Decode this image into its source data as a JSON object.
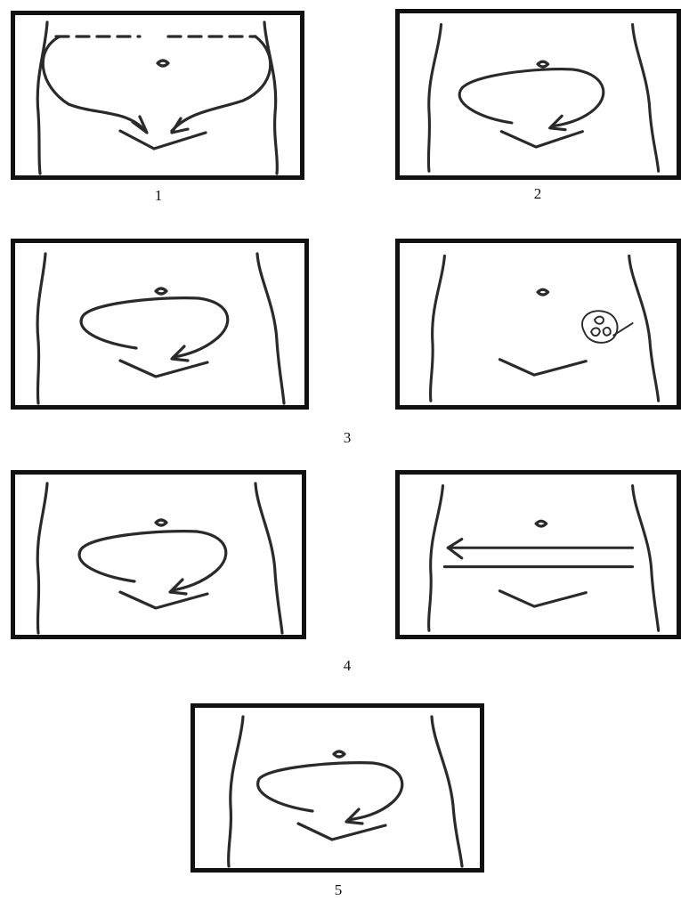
{
  "figure_labels": {
    "step1": "1",
    "step2": "2",
    "step3": "3",
    "step4": "4",
    "step5": "5"
  }
}
